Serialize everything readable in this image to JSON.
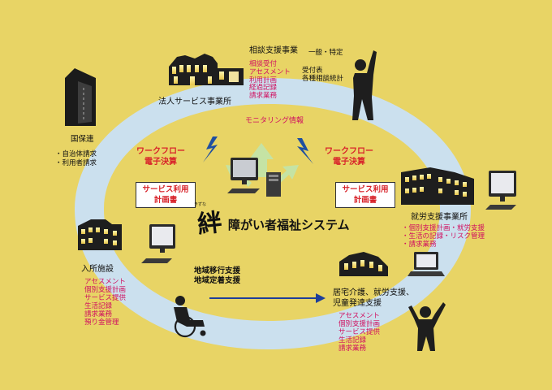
{
  "colors": {
    "background": "#e8d465",
    "loop": "#cbe0ee",
    "arrow": "#c5e3a4",
    "magenta": "#d01060",
    "red": "#d8232a",
    "silhouette": "#222222"
  },
  "icons": [
    "building-icon",
    "office-icon",
    "facility-icon",
    "house-icon",
    "person-icon",
    "wheelchair-icon",
    "child-icon",
    "computer-icon",
    "laptop-icon",
    "lightning-icon"
  ],
  "national": {
    "title": "国保連",
    "items": [
      "・自治体請求",
      "・利用者請求"
    ]
  },
  "consultation": {
    "title": "相談支援事業",
    "subtitle": "一般・特定",
    "items": [
      "相談受付",
      "アセスメント",
      "利用計画",
      "経過記録",
      "請求業務"
    ],
    "right_items": [
      "受付表",
      "各種相談統計"
    ]
  },
  "corporate": {
    "title": "法人サービス事業所"
  },
  "monitoring": {
    "label": "モニタリング情報"
  },
  "workflow_left": {
    "lines": [
      "ワークフロー",
      "電子決算"
    ]
  },
  "workflow_right": {
    "lines": [
      "ワークフロー",
      "電子決算"
    ]
  },
  "plan_left": {
    "lines": [
      "サービス利用",
      "計画書"
    ]
  },
  "plan_right": {
    "lines": [
      "サービス利用",
      "計画書"
    ]
  },
  "system": {
    "logo": "絆",
    "logo_reading": "きずな",
    "title": "障がい者福祉システム"
  },
  "employment": {
    "title": "就労支援事業所",
    "items": [
      "・個別支援計画・就労支援",
      "・生活の記録・リスク管理",
      "・請求業務"
    ]
  },
  "residential": {
    "title": "入所施設",
    "items": [
      "アセスメント",
      "個別支援計画",
      "サービス提供",
      "生活記録",
      "請求業務",
      "預り金管理"
    ]
  },
  "transition": {
    "lines": [
      "地域移行支援",
      "地域定着支援"
    ]
  },
  "home_care": {
    "title_lines": [
      "居宅介護、就労支援、",
      "児童発達支援"
    ],
    "items": [
      "アセスメント",
      "個別支援計画",
      "サービス提供",
      "生活記録",
      "請求業務"
    ]
  }
}
